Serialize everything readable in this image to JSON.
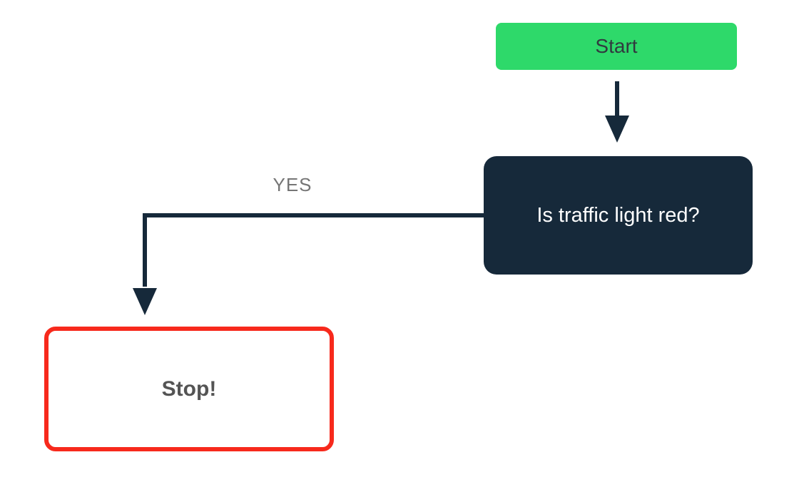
{
  "diagram_type": "flowchart",
  "nodes": {
    "start": {
      "label": "Start",
      "shape": "rounded-rect",
      "role": "start"
    },
    "decision": {
      "label": "Is traffic light red?",
      "shape": "rounded-rect",
      "role": "decision"
    },
    "stop": {
      "label": "Stop!",
      "shape": "rounded-rect-outlined",
      "role": "terminal"
    }
  },
  "edges": [
    {
      "from": "start",
      "to": "decision",
      "label": "",
      "direction": "down"
    },
    {
      "from": "decision",
      "to": "stop",
      "label": "YES",
      "direction": "left-then-down"
    }
  ],
  "colors": {
    "start_fill": "#2ed96a",
    "start_text": "#31393f",
    "decision_fill": "#16293a",
    "decision_text": "#ffffff",
    "stop_border": "#f7291c",
    "stop_text": "#545454",
    "connector": "#16293a",
    "edge_label": "#757575",
    "background": "#ffffff"
  }
}
